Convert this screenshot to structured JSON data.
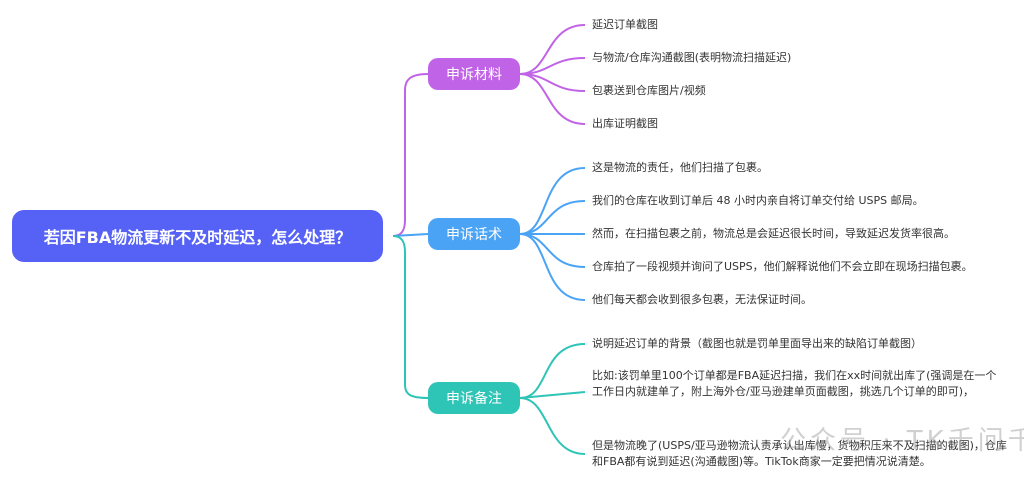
{
  "root": {
    "title": "若因FBA物流更新不及时延迟，怎么处理？",
    "color": "#5662f6"
  },
  "branches": [
    {
      "label": "申诉材料",
      "color": "#c163e6",
      "items": [
        "延迟订单截图",
        "与物流/仓库沟通截图(表明物流扫描延迟)",
        "包裹送到仓库图片/视频",
        "出库证明截图"
      ]
    },
    {
      "label": "申诉话术",
      "color": "#4aa3f5",
      "items": [
        "这是物流的责任，他们扫描了包裹。",
        "我们的仓库在收到订单后 48 小时内亲自将订单交付给 USPS 邮局。",
        "然而，在扫描包裹之前，物流总是会延迟很长时间，导致延迟发货率很高。",
        "仓库拍了一段视频并询问了USPS，他们解释说他们不会立即在现场扫描包裹。",
        "他们每天都会收到很多包裹，无法保证时间。"
      ]
    },
    {
      "label": "申诉备注",
      "color": "#2ec4b6",
      "items": [
        "说明延迟订单的背景（截图也就是罚单里面导出来的缺陷订单截图）",
        "比如:该罚单里100个订单都是FBA延迟扫描，我们在xx时间就出库了(强调是在一个工作日内就建单了，附上海外仓/亚马逊建单页面截图，挑选几个订单的即可)，",
        "但是物流晚了(USPS/亚马逊物流认责承认出库慢，货物积压来不及扫描的截图)，仓库和FBA都有说到延迟(沟通截图)等。TikTok商家一定要把情况说清楚。"
      ]
    }
  ],
  "watermark": "公众号 · TK千问千答"
}
